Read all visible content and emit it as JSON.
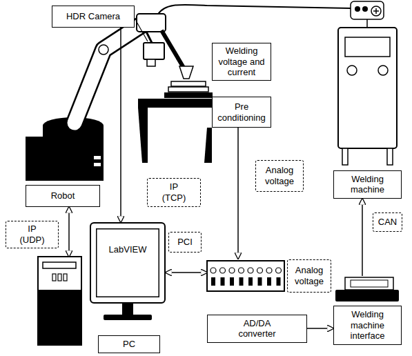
{
  "diagram": {
    "nodes": [
      {
        "text": [
          "HDR Camera"
        ]
      },
      {
        "text": [
          "Welding voltage and current"
        ]
      },
      {
        "text": [
          "Pre conditioning"
        ]
      },
      {
        "text": [
          "Welding machine"
        ]
      },
      {
        "text": [
          "Robot"
        ]
      },
      {
        "text": [
          "IP (TCP)"
        ]
      },
      {
        "text": [
          "Analog voltage"
        ]
      },
      {
        "text": [
          "CAN"
        ]
      },
      {
        "text": [
          "IP (UDP)"
        ]
      },
      {
        "text": [
          "PCI"
        ]
      },
      {
        "text": [
          "Analog voltage"
        ]
      },
      {
        "text": [
          "PC"
        ]
      },
      {
        "text": [
          "LabVIEW"
        ]
      },
      {
        "text": [
          "AD/DA converter"
        ]
      },
      {
        "text": [
          "Welding machine interface"
        ]
      }
    ],
    "edges": [
      {
        "from": 0,
        "to": 12,
        "arrow": "to"
      },
      {
        "from": 4,
        "to": 11,
        "arrow": "both"
      },
      {
        "from": 2,
        "to": 13,
        "arrow": "to"
      },
      {
        "from": 12,
        "to": 13,
        "arrow": "both"
      },
      {
        "from": 13,
        "to": 14,
        "arrow": "to"
      },
      {
        "from": 14,
        "to": 3,
        "arrow": "to"
      }
    ]
  }
}
